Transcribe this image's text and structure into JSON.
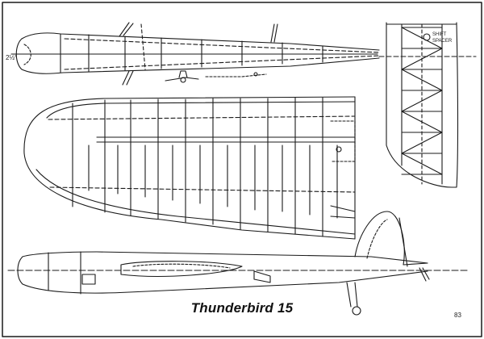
{
  "title": "Thunderbird 15",
  "page_number": "83",
  "annotations": {
    "incidence_angle": "2½°",
    "tail_note_line1": "SHIFT",
    "tail_note_line2": "SPACER"
  },
  "colors": {
    "ink": "#1a1a1a",
    "paper": "#ffffff"
  }
}
